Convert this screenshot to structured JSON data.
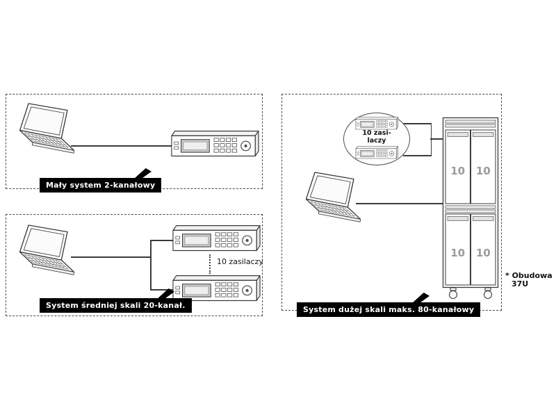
{
  "colors": {
    "outline": "#3a3a3a",
    "label_bg": "#000000",
    "label_text": "#ffffff",
    "rack_module_text": "#9b9b9b"
  },
  "small_system": {
    "label": "Mały system 2-kanałowy"
  },
  "medium_system": {
    "label": "System średniej skali 20-kanał.",
    "supplies_note": "10 zasilaczy"
  },
  "large_system": {
    "label": "System dużej skali maks. 80-kanałowy",
    "callout_note_line1": "10 zasi-",
    "callout_note_line2": "laczy",
    "rack_modules": [
      "10",
      "10",
      "10",
      "10"
    ],
    "enclosure_note_line1": "* Obudowa",
    "enclosure_note_line2": "37U"
  }
}
